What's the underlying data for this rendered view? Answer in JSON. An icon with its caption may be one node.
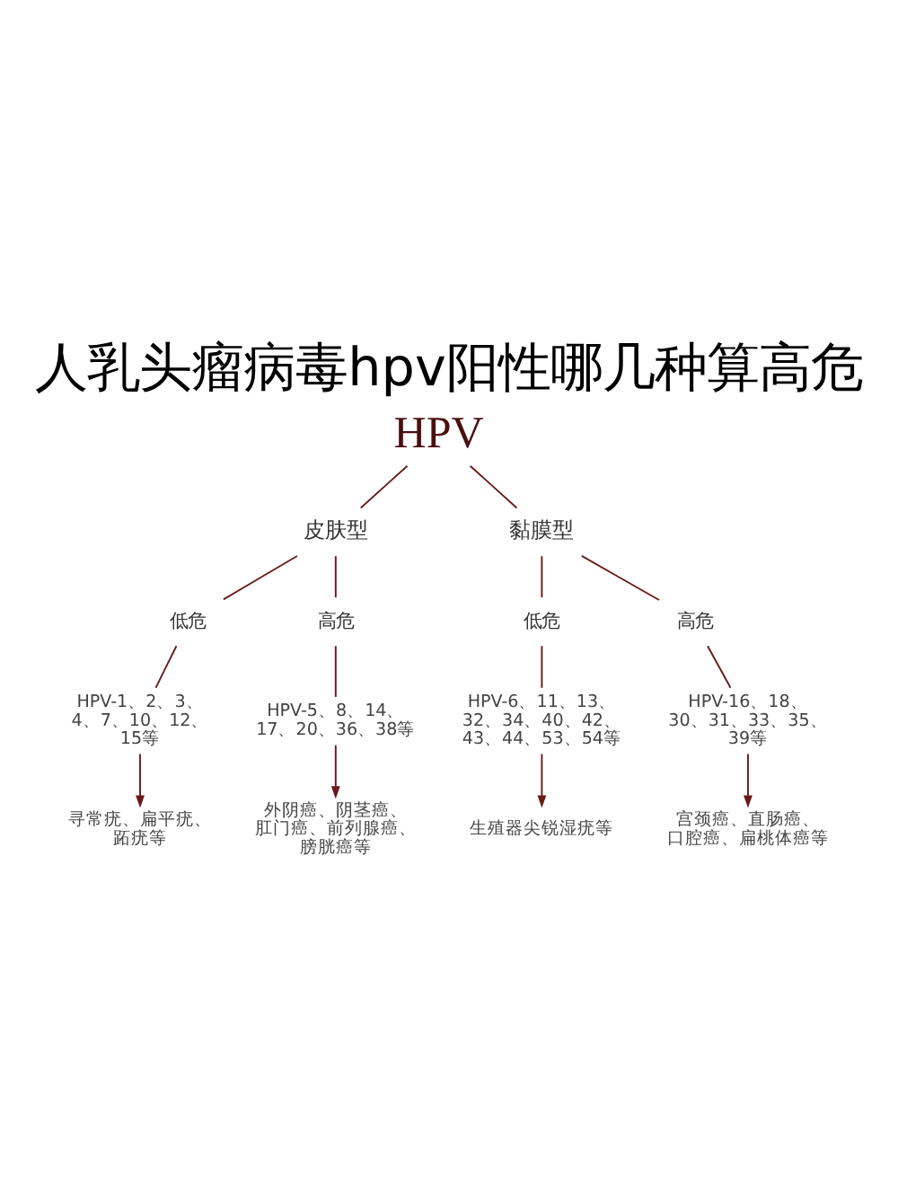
{
  "diagram": {
    "title": "人乳头瘤病毒hpv阳性哪几种算高危",
    "nodes": [
      {
        "text": [
          "HPV"
        ]
      },
      {
        "text": [
          "皮肤型"
        ]
      },
      {
        "text": [
          "黏膜型"
        ]
      },
      {
        "text": [
          "低危"
        ]
      },
      {
        "text": [
          "高危"
        ]
      },
      {
        "text": [
          "低危"
        ]
      },
      {
        "text": [
          "高危"
        ]
      },
      {
        "text": [
          "HPV-1、2、3、4、7、10、12、15等"
        ]
      },
      {
        "text": [
          "HPV-5、8、14、17、20、36、38等"
        ]
      },
      {
        "text": [
          "HPV-6、11、13、32、34、40、42、43、44、53、54等"
        ]
      },
      {
        "text": [
          "HPV-16、18、30、31、33、35、39等"
        ]
      },
      {
        "text": [
          "寻常疣、扁平疣、跖疣等"
        ]
      },
      {
        "text": [
          "外阴癌、阴茎癌、肛门癌、前列腺癌、膀胱癌等"
        ]
      },
      {
        "text": [
          "生殖器尖锐湿疣等"
        ]
      },
      {
        "text": [
          "宫颈癌、直肠癌、口腔癌、扁桃体癌等"
        ]
      }
    ],
    "edges": [
      {
        "from": 0,
        "to": 1,
        "arrow": "none"
      },
      {
        "from": 0,
        "to": 2,
        "arrow": "none"
      },
      {
        "from": 1,
        "to": 3,
        "arrow": "none"
      },
      {
        "from": 1,
        "to": 4,
        "arrow": "none"
      },
      {
        "from": 2,
        "to": 5,
        "arrow": "none"
      },
      {
        "from": 2,
        "to": 6,
        "arrow": "none"
      },
      {
        "from": 3,
        "to": 7,
        "arrow": "none"
      },
      {
        "from": 4,
        "to": 8,
        "arrow": "none"
      },
      {
        "from": 5,
        "to": 9,
        "arrow": "none"
      },
      {
        "from": 6,
        "to": 10,
        "arrow": "none"
      },
      {
        "from": 7,
        "to": 11,
        "arrow": "to"
      },
      {
        "from": 8,
        "to": 12,
        "arrow": "to"
      },
      {
        "from": 9,
        "to": 13,
        "arrow": "to"
      },
      {
        "from": 10,
        "to": 14,
        "arrow": "to"
      }
    ]
  }
}
